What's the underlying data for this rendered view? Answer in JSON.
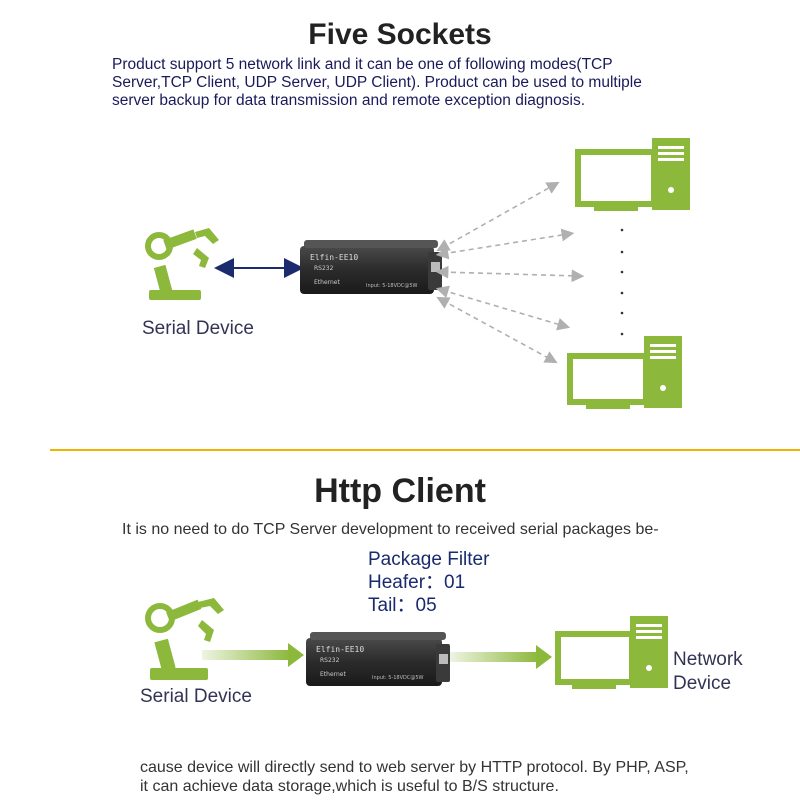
{
  "section1": {
    "title": "Five Sockets",
    "description_line1": "Product support 5 network link and it can be one of following modes(TCP",
    "description_line2": "Server,TCP Client, UDP Server, UDP Client). Product can be used to multiple",
    "description_line3": "server backup for data transmission and remote exception diagnosis.",
    "serial_device_label": "Serial Device"
  },
  "section2": {
    "title": "Http Client",
    "intro_line": "It is no need to do TCP Server development to received serial packages be-",
    "filter_title": "Package Filter",
    "filter_header": "Heafer：01",
    "filter_tail": "Tail：05",
    "serial_device_label": "Serial Device",
    "network_device_line1": "Network",
    "network_device_line2": "Device",
    "outro_line1": "cause device will directly send to web server by HTTP protocol. By PHP, ASP,",
    "outro_line2": "it can achieve data storage,which is useful to B/S structure."
  },
  "device": {
    "brand": "Elfin-EE10",
    "port_label": "RS232",
    "ethernet_label": "Ethernet",
    "input_label": "Input: 5-18VDC@5W",
    "logo": "Elfin"
  },
  "colors": {
    "accent_green": "#8cb83c",
    "divider_gold": "#f0b400",
    "arrow_navy": "#1c2a6e",
    "device_dark": "#2b2b2b"
  },
  "icons": [
    "robot-arm-icon",
    "computer-icon",
    "device-icon"
  ]
}
